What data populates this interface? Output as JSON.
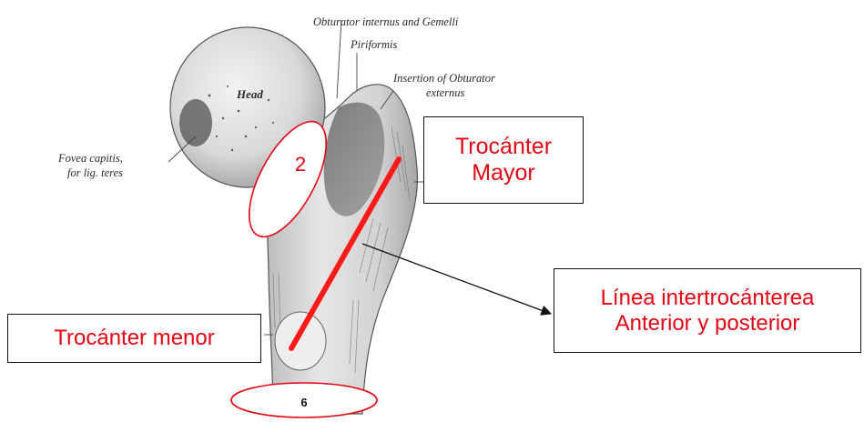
{
  "engraving_labels": {
    "obturator_internus_gemelli": "Obturator internus and Gemelli",
    "piriformis": "Piriformis",
    "insertion_obturator_line1": "Insertion of Obturator",
    "insertion_obturator_line2": "externus",
    "head": "Head",
    "fovea_line1": "Fovea capitis,",
    "fovea_line2": "for lig. teres"
  },
  "annotations": {
    "trocanter_mayor_line1": "Trocánter",
    "trocanter_mayor_line2": "Mayor",
    "linea_line1": "Línea intertrocánterea",
    "linea_line2": "Anterior y posterior",
    "trocanter_menor": "Trocánter menor",
    "oval_number_neck": "2",
    "oval_number_bottom": "6"
  },
  "colors": {
    "annotation_text": "#e30613",
    "marker_line": "#ff1a1a",
    "box_border": "#111111"
  }
}
